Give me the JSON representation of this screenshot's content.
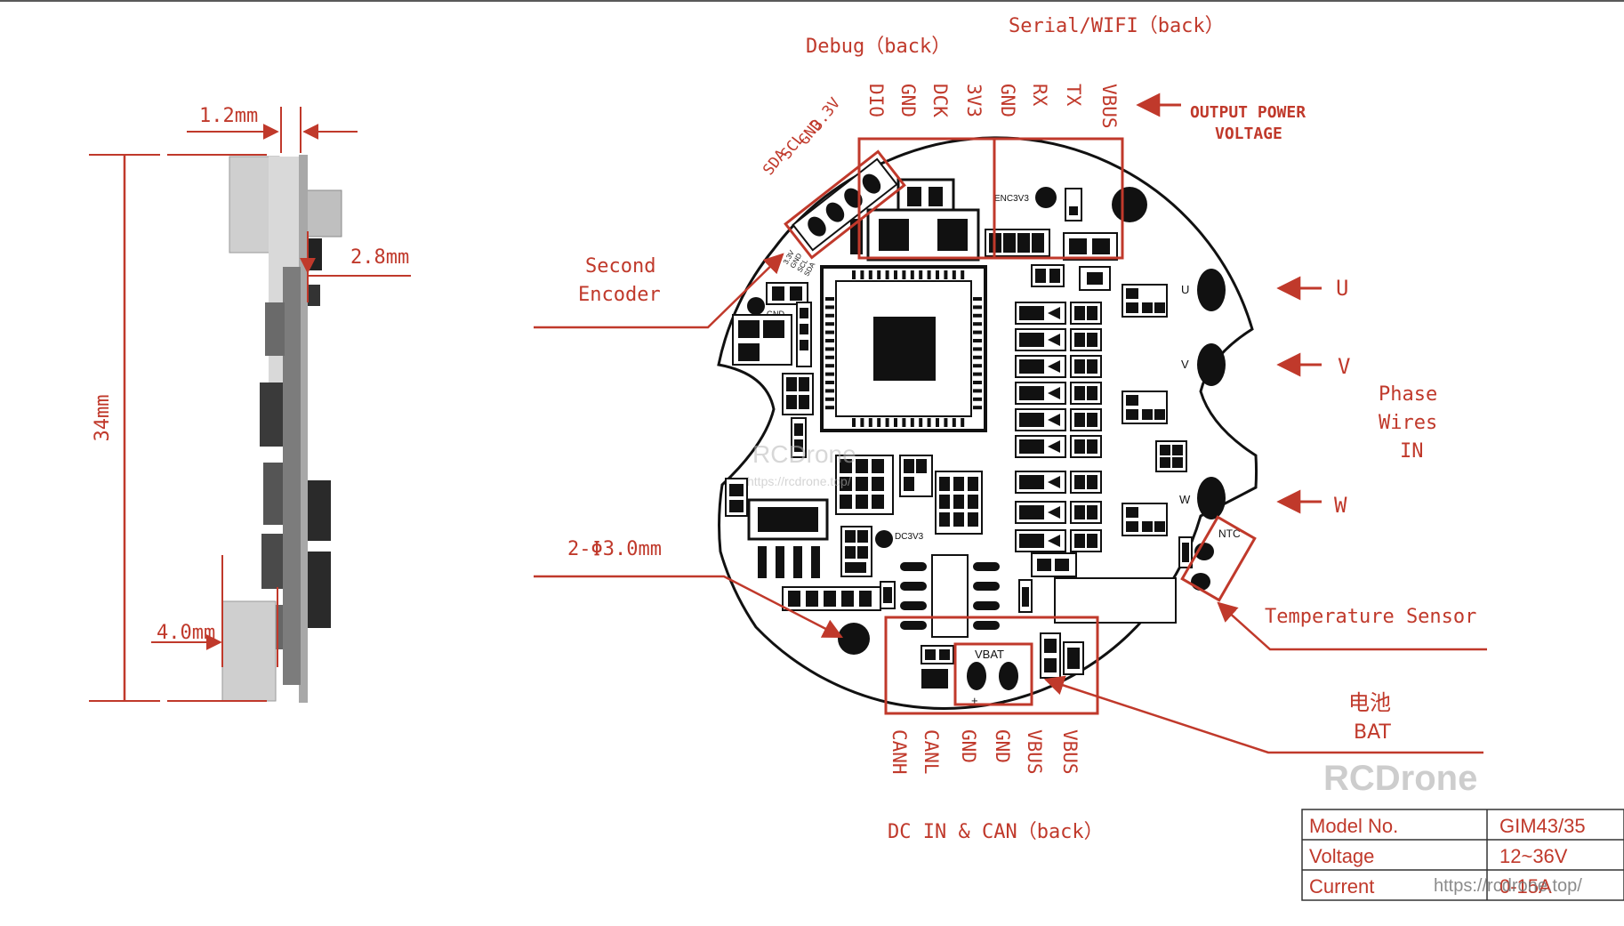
{
  "colors": {
    "accent": "#c0392b",
    "ink": "#111111",
    "board": "#ffffff",
    "watermark": "#b8b8b8"
  },
  "side_view": {
    "dim_top": "1.2mm",
    "dim_connector": "2.8mm",
    "dim_height": "34mm",
    "dim_bottom": "4.0mm"
  },
  "headers": {
    "debug_title": "Debug（back）",
    "serial_title": "Serial/WIFI（back）",
    "top_pins": [
      "DIO",
      "GND",
      "DCK",
      "3V3",
      "GND",
      "RX",
      "TX",
      "VBUS"
    ],
    "output_power": [
      "OUTPUT POWER",
      "VOLTAGE"
    ],
    "i2c_pins": [
      "3.3V",
      "GND",
      "SCL",
      "SDA"
    ],
    "bottom_pins": [
      "CANH",
      "CANL",
      "GND",
      "GND",
      "VBUS",
      "VBUS"
    ],
    "dc_title": "DC IN & CAN（back）"
  },
  "callouts": {
    "second_encoder": [
      "Second",
      "Encoder"
    ],
    "mount_holes": "2-Φ3.0mm",
    "phase_wires": [
      "Phase",
      "Wires",
      "IN"
    ],
    "phase_u": "U",
    "phase_v": "V",
    "phase_w": "W",
    "temp_sensor": "Temperature Sensor",
    "battery": [
      "电池",
      "BAT"
    ]
  },
  "board_silk": {
    "enc": "ENC3V3",
    "dc": "DC3V3",
    "ntc": "NTC",
    "vbat": "VBAT",
    "u": "U",
    "v": "V",
    "w": "W",
    "gnd": "GND",
    "plus": "+",
    "minus": "−",
    "mini_i2c": [
      "3.3V",
      "GND",
      "SCL",
      "SDA"
    ]
  },
  "watermarks": {
    "board_brand": "RCDrone",
    "board_url": "https://rcdrone.top/",
    "corner_brand": "RCDrone",
    "table_url": "https://rcdrone.top/"
  },
  "spec_table": {
    "rows": [
      {
        "label": "Model No.",
        "value": "GIM43/35"
      },
      {
        "label": "Voltage",
        "value": "12~36V"
      },
      {
        "label": "Current",
        "value": "0-15A"
      }
    ]
  }
}
